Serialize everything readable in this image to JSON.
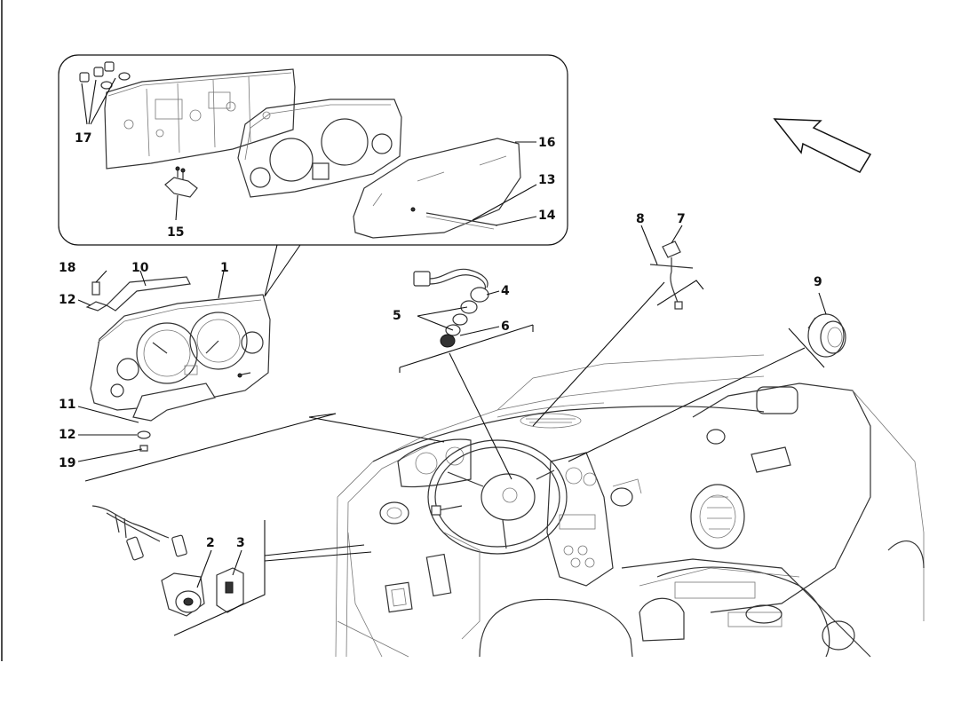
{
  "labels": {
    "l1": "1",
    "l2": "2",
    "l3": "3",
    "l4": "4",
    "l5": "5",
    "l6": "6",
    "l7": "7",
    "l8": "8",
    "l9": "9",
    "l10": "10",
    "l11": "11",
    "l12a": "12",
    "l12b": "12",
    "l13": "13",
    "l14": "14",
    "l15": "15",
    "l16": "16",
    "l17": "17",
    "l18": "18",
    "l19": "19"
  }
}
